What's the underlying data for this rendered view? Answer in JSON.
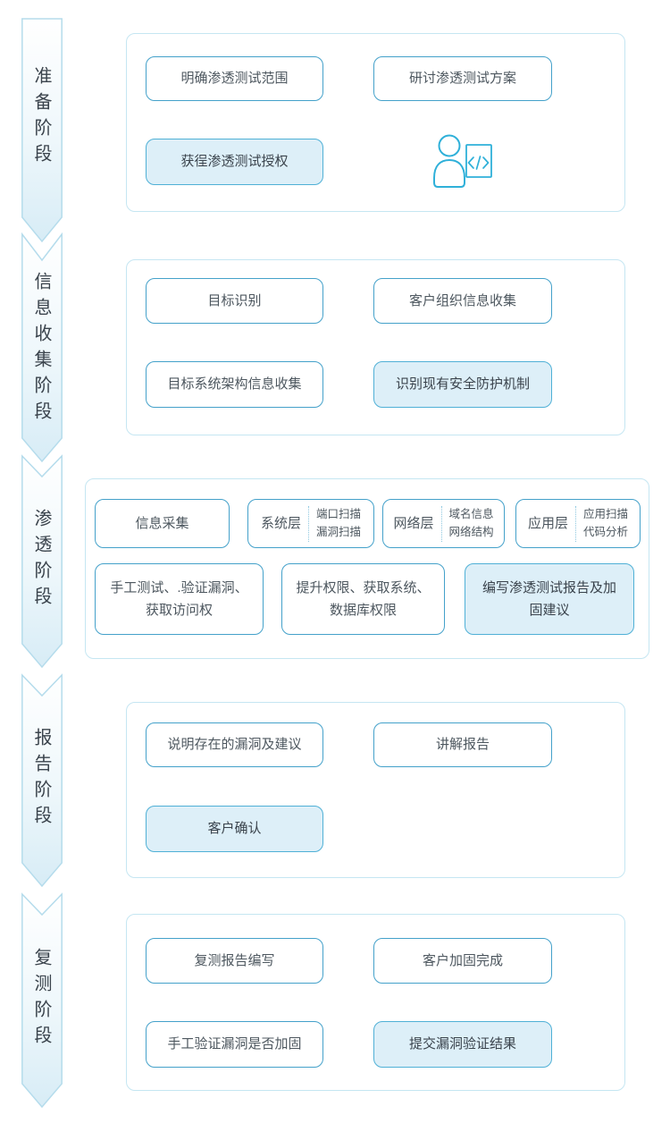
{
  "colors": {
    "box_border": "#44a1ca",
    "box_highlight_border": "#4fb0d6",
    "box_highlight_bg": "#ddeff8",
    "container_border": "#c5e6f2",
    "ribbon_border": "#b5dcec",
    "ribbon_gradient_end": "#d7ecf6",
    "divider": "#8fc8e0",
    "text": "#4d575f",
    "text_dark": "#3a434c",
    "icon": "#2fb0d9"
  },
  "phases": [
    {
      "label": "准备阶段"
    },
    {
      "label": "信息收集阶段"
    },
    {
      "label": "渗透阶段"
    },
    {
      "label": "报告阶段"
    },
    {
      "label": "复测阶段"
    }
  ],
  "sections": {
    "preparation": {
      "boxes": [
        {
          "label": "明确渗透测试范围"
        },
        {
          "label": "研讨渗透测试方案"
        },
        {
          "label": "获徎渗透测试授权",
          "highlight": true
        }
      ],
      "icon": "person-code-icon",
      "icon_glyph": "</>"
    },
    "info_gathering": {
      "boxes": [
        {
          "label": "目标识别"
        },
        {
          "label": "客户组织信息收集"
        },
        {
          "label": "目标系统架构信息收集"
        },
        {
          "label": "识别现有安全防护机制",
          "highlight": true
        }
      ]
    },
    "penetration": {
      "collect_box": {
        "label": "信息采集"
      },
      "layer_boxes": [
        {
          "label": "系统层",
          "items": [
            "端口扫描",
            "漏洞扫描"
          ]
        },
        {
          "label": "网络层",
          "items": [
            "域名信息",
            "网络结构"
          ]
        },
        {
          "label": "应用层",
          "items": [
            "应用扫描",
            "代码分析"
          ]
        }
      ],
      "wide_boxes": [
        {
          "label": "手工测试、.验证漏洞、获取访问权"
        },
        {
          "label": "提升权限、获取系统、数据库权限"
        },
        {
          "label": "编写渗透测试报告及加固建议",
          "highlight": true
        }
      ]
    },
    "report": {
      "boxes": [
        {
          "label": "说明存在的漏洞及建议"
        },
        {
          "label": "讲解报告"
        },
        {
          "label": "客户确认",
          "highlight": true
        }
      ]
    },
    "retest": {
      "boxes": [
        {
          "label": "复测报告编写"
        },
        {
          "label": "客户加固完成"
        },
        {
          "label": "手工验证漏洞是否加固"
        },
        {
          "label": "提交漏洞验证结果",
          "highlight": true
        }
      ]
    }
  }
}
